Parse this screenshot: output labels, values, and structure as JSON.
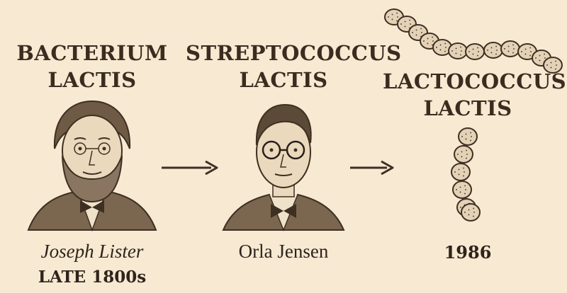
{
  "stages": [
    {
      "title_line1": "BACTERIUM",
      "title_line2": "LACTIS",
      "caption": "Joseph Lister",
      "date": "LATE 1800s",
      "icon": "bearded-man-portrait-icon"
    },
    {
      "title_line1": "STREPTOCOCCUS",
      "title_line2": "LACTIS",
      "caption": "Orla Jensen",
      "icon": "man-with-glasses-portrait-icon"
    },
    {
      "title_line1": "LACTOCOCCUS",
      "title_line2": "LACTIS",
      "caption": "1986",
      "icon": "coccus-chain-icon"
    }
  ],
  "colors": {
    "background": "#f7e9d2",
    "ink": "#3e2f22",
    "cell": "#e3d2b6"
  }
}
